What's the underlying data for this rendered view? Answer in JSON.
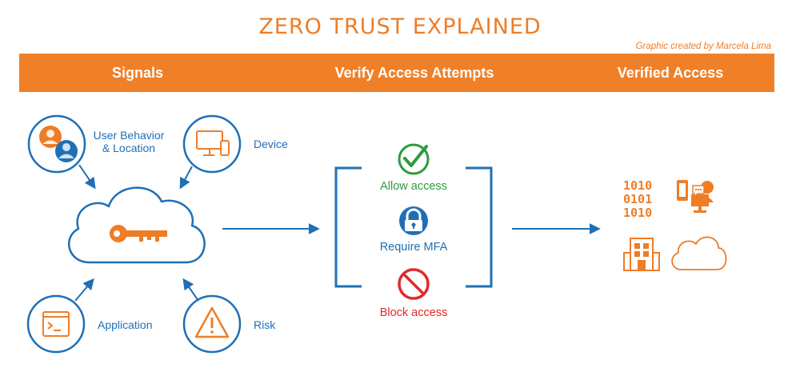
{
  "title": "ZERO TRUST EXPLAINED",
  "credit": "Graphic created by Marcela Lima",
  "banner": {
    "col1": "Signals",
    "col2": "Verify Access Attempts",
    "col3": "Verified Access"
  },
  "signals": {
    "user": "User Behavior & Location",
    "device": "Device",
    "application": "Application",
    "risk": "Risk"
  },
  "verify": {
    "allow": "Allow access",
    "mfa": "Require MFA",
    "block": "Block access"
  },
  "binary_text": [
    "1010",
    "0101",
    "1010"
  ],
  "icons": {
    "user": "user-group-icon",
    "device": "monitor-phone-icon",
    "application": "terminal-window-icon",
    "risk": "warning-triangle-icon",
    "key": "key-icon",
    "allow": "check-circle-icon",
    "mfa": "padlock-icon",
    "block": "prohibited-icon",
    "binary": "binary-data-icon",
    "remote_user": "remote-user-chat-icon",
    "building": "building-icon",
    "cloud": "cloud-icon"
  },
  "colors": {
    "orange": "#f08028",
    "blue": "#1f6fb5",
    "green": "#2f9a3e",
    "red": "#e02a2a"
  }
}
